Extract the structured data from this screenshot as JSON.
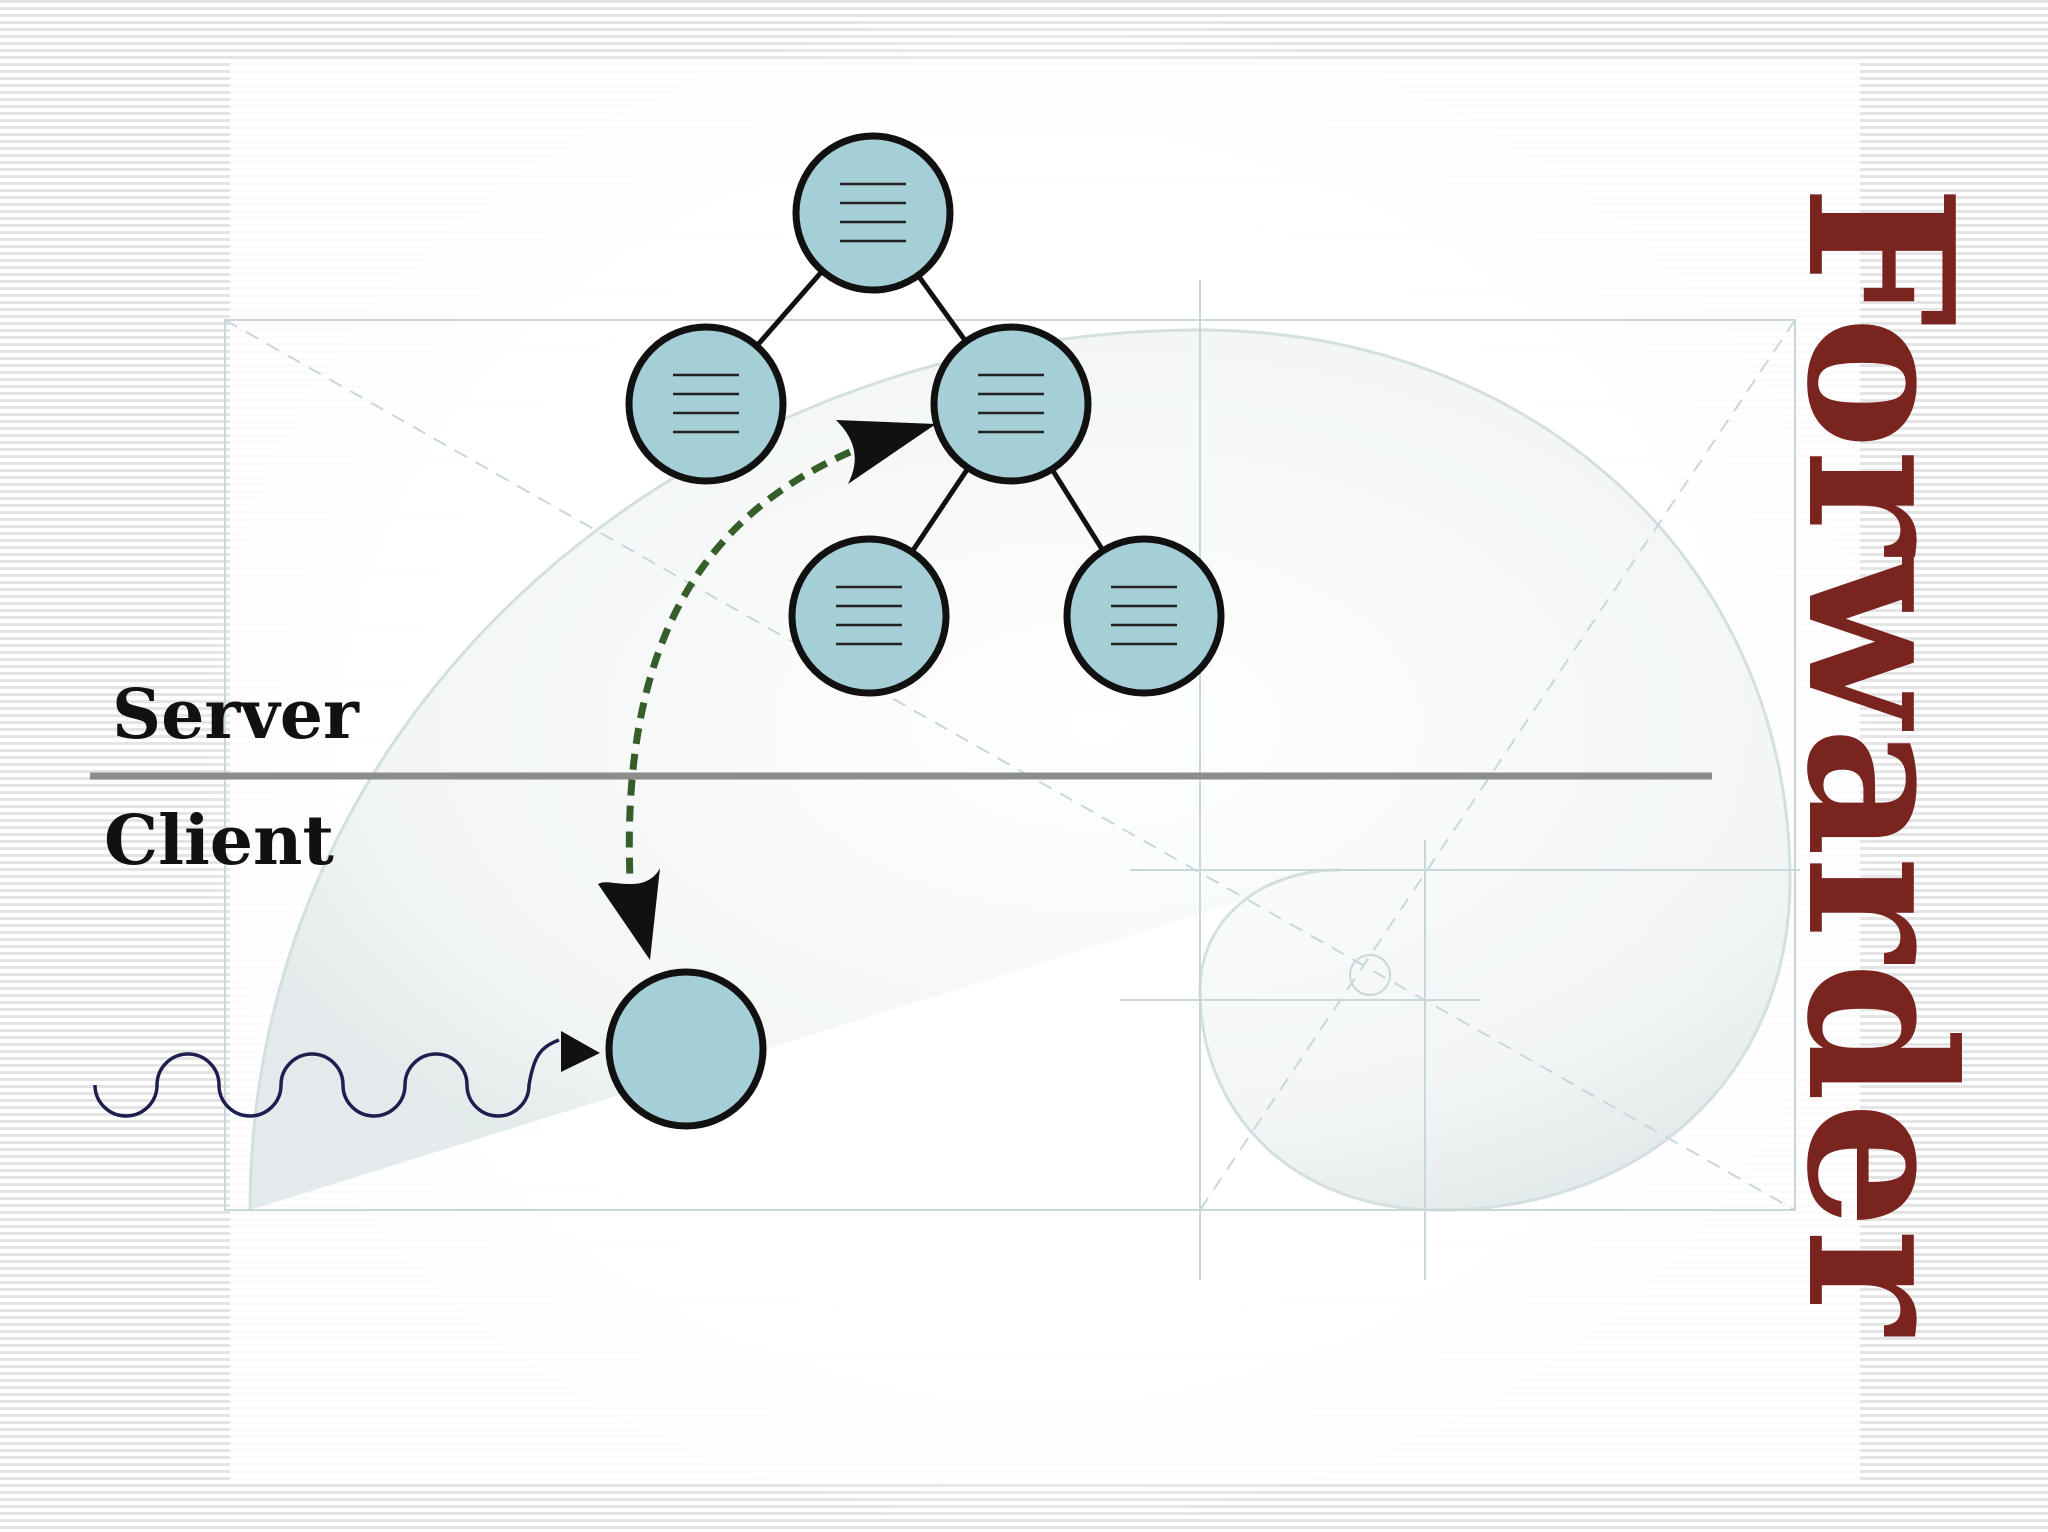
{
  "labels": {
    "server": "Server",
    "client": "Client",
    "title": "Forwarder"
  },
  "colors": {
    "node_fill": "#a5cfd6",
    "node_stroke": "#111111",
    "divider": "#8c8c8c",
    "dashed_arrow": "#355e2a",
    "title": "#7a2420",
    "wave": "#1f1f4f",
    "background_lines": "#e6e6e6",
    "guide_lines": "#c8d8da"
  },
  "icons": {
    "node_lines": "document-lines-icon",
    "arrowhead": "arrowhead-icon"
  },
  "tree": {
    "nodes": [
      {
        "id": "root",
        "has_lines": true
      },
      {
        "id": "left-child",
        "has_lines": true
      },
      {
        "id": "right-child",
        "has_lines": true
      },
      {
        "id": "right-left-grandchild",
        "has_lines": true
      },
      {
        "id": "right-right-grandchild",
        "has_lines": true
      }
    ],
    "edges": [
      [
        "root",
        "left-child"
      ],
      [
        "root",
        "right-child"
      ],
      [
        "right-child",
        "right-left-grandchild"
      ],
      [
        "right-child",
        "right-right-grandchild"
      ]
    ]
  },
  "client_node": {
    "id": "client-node",
    "has_lines": false
  }
}
